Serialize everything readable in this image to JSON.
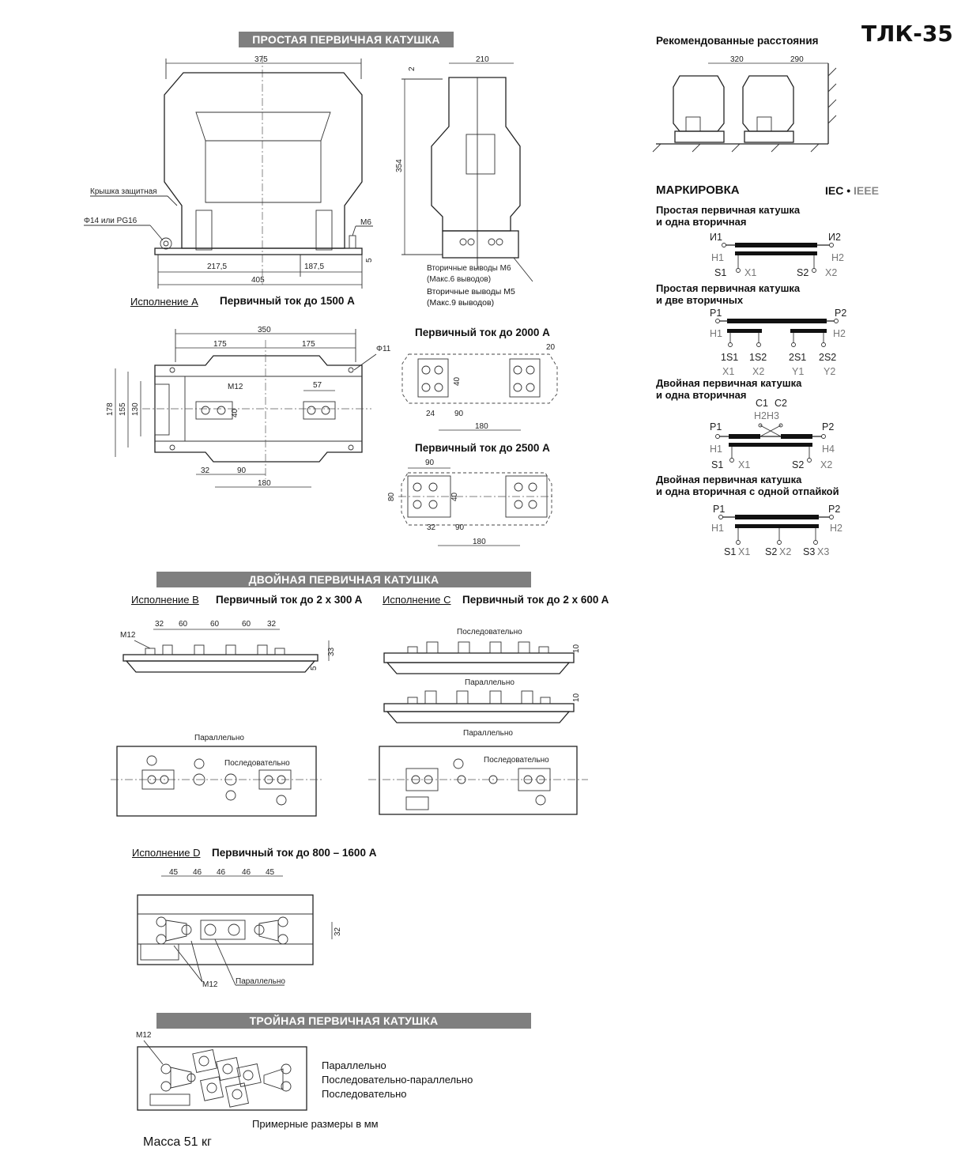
{
  "doc_title": "ТЛК-35",
  "sections": {
    "simple": "ПРОСТАЯ ПЕРВИЧНАЯ КАТУШКА",
    "double": "ДВОЙНАЯ ПЕРВИЧНАЯ КАТУШКА",
    "triple": "ТРОЙНАЯ ПЕРВИЧНАЯ КАТУШКА"
  },
  "version_a": {
    "label": "Исполнение A",
    "current": "Первичный ток до 1500 A",
    "dims": {
      "width": "375",
      "depth": "210",
      "height": "354",
      "top": "2",
      "left": "217,5",
      "right": "187,5",
      "base": "405",
      "foot": "5"
    },
    "labels": {
      "cover": "Крышка защитная",
      "gland": "Φ14 или PG16",
      "bolt": "M6",
      "sec_m6": "Вторичные выводы M6",
      "sec_m6_note": "(Макс.6 выводов)",
      "sec_m5": "Вторичные выводы M5",
      "sec_m5_note": "(Макс.9 выводов)"
    }
  },
  "plan_view": {
    "dims": {
      "overall": "350",
      "half_l": "175",
      "half_r": "175",
      "hole": "Φ11",
      "h178": "178",
      "h155": "155",
      "h130": "130",
      "bolt": "M12",
      "d40": "40",
      "d57": "57",
      "d32": "32",
      "d90": "90",
      "d180": "180"
    }
  },
  "current_2000": {
    "title": "Первичный ток до 2000 A",
    "dims": {
      "d20": "20",
      "d40": "40",
      "d24": "24",
      "d90": "90",
      "d180": "180"
    }
  },
  "current_2500": {
    "title": "Первичный ток до 2500 A",
    "dims": {
      "d90": "90",
      "d80": "80",
      "d40": "40",
      "d32": "32",
      "d90b": "90",
      "d180": "180"
    }
  },
  "recommended": {
    "title": "Рекомендованные расстояния",
    "d1": "320",
    "d2": "290"
  },
  "marking": {
    "title": "МАРКИРОВКА",
    "std_iec": "IEC",
    "std_sep": "•",
    "std_ieee": "IEEE",
    "d1": {
      "title1": "Простая первичная катушка",
      "title2": "и одна вторичная",
      "p_left": "И1",
      "p_right": "И2",
      "h_left": "H1",
      "h_right": "H2",
      "s1": "S1",
      "x1": "X1",
      "s2": "S2",
      "x2": "X2"
    },
    "d2": {
      "title1": "Простая первичная катушка",
      "title2": "и две вторичных",
      "p_left": "P1",
      "p_right": "P2",
      "h_left": "H1",
      "h_right": "H2",
      "t1": "1S1",
      "t2": "1S2",
      "t3": "2S1",
      "t4": "2S2",
      "x1": "X1",
      "x2": "X2",
      "y1": "Y1",
      "y2": "Y2"
    },
    "d3": {
      "title1": "Двойная первичная катушка",
      "title2": "и одна вторичная",
      "c1": "C1",
      "c2": "C2",
      "h2h3": "H2H3",
      "p_left": "P1",
      "p_right": "P2",
      "h_left": "H1",
      "h_right": "H4",
      "s1": "S1",
      "x1": "X1",
      "s2": "S2",
      "x2": "X2"
    },
    "d4": {
      "title1": "Двойная первичная катушка",
      "title2": "и одна вторичная с одной отпайкой",
      "p_left": "P1",
      "p_right": "P2",
      "h_left": "H1",
      "h_right": "H2",
      "s1": "S1",
      "x1": "X1",
      "s2": "S2",
      "x2": "X2",
      "s3": "S3",
      "x3": "X3"
    }
  },
  "version_b": {
    "label": "Исполнение B",
    "current": "Первичный ток до 2 x 300 A",
    "dims": {
      "a": "32",
      "b": "60",
      "c": "60",
      "d": "60",
      "e": "32",
      "h33": "33",
      "h5": "5",
      "bolt": "M12"
    },
    "parallel": "Параллельно",
    "serial": "Последовательно"
  },
  "version_c": {
    "label": "Исполнение C",
    "current": "Первичный ток до 2 x 600 A",
    "serial": "Последовательно",
    "parallel": "Параллельно",
    "parallel2": "Параллельно",
    "serial2": "Последовательно",
    "h10a": "10",
    "h10b": "10"
  },
  "version_d": {
    "label": "Исполнение D",
    "current": "Первичный ток до 800 – 1600 A",
    "dims": {
      "a": "45",
      "b": "46",
      "c": "46",
      "d": "46",
      "e": "45",
      "h32": "32"
    },
    "bolt": "M12",
    "parallel": "Параллельно"
  },
  "triple": {
    "bolt": "M12",
    "options": [
      "Параллельно",
      "Последовательно-параллельно",
      "Последовательно"
    ],
    "note": "Примерные размеры в мм"
  },
  "mass": "Масса 51 кг"
}
